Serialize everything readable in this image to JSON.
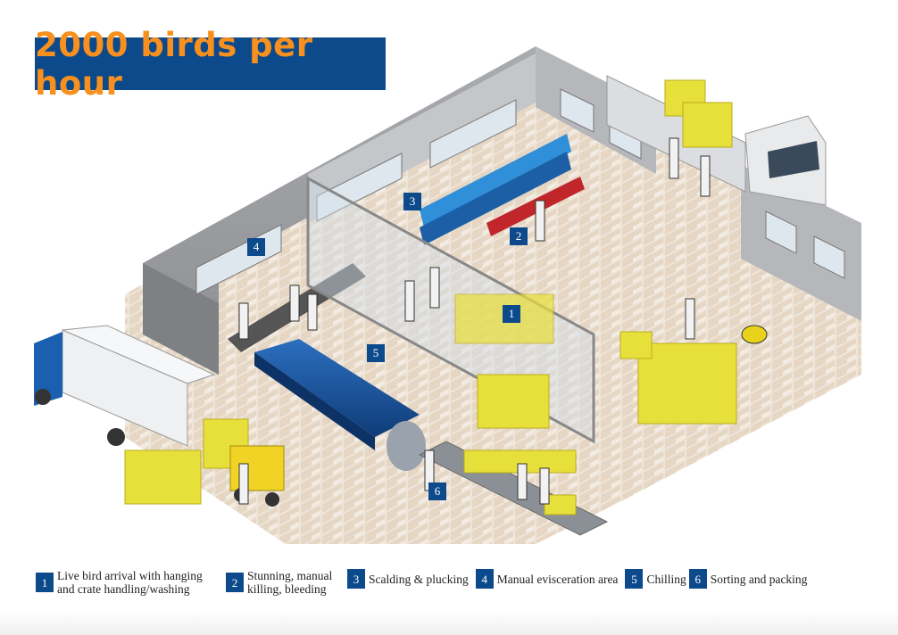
{
  "title": "2000 birds per hour",
  "markers": [
    "1",
    "2",
    "3",
    "4",
    "5",
    "6"
  ],
  "legend": [
    {
      "num": "1",
      "label": "Live bird arrival with hanging and crate handling/washing"
    },
    {
      "num": "2",
      "label": "Stunning, manual killing, bleeding"
    },
    {
      "num": "3",
      "label": "Scalding & plucking"
    },
    {
      "num": "4",
      "label": "Manual evisceration area"
    },
    {
      "num": "5",
      "label": "Chilling"
    },
    {
      "num": "6",
      "label": "Sorting and packing"
    }
  ],
  "colors": {
    "brand_blue": "#0d4a8c",
    "title_orange": "#f7901e",
    "crate_yellow": "#e8e03a"
  }
}
